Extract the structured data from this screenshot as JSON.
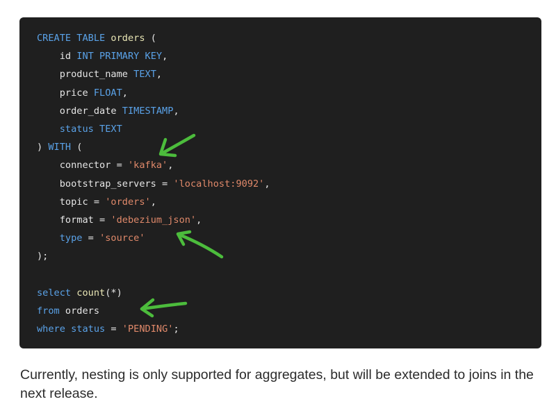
{
  "code": {
    "lines": [
      [
        {
          "t": "CREATE TABLE ",
          "c": "kw"
        },
        {
          "t": "orders",
          "c": "fn"
        },
        {
          "t": " (",
          "c": "pl"
        }
      ],
      [
        {
          "t": "    id ",
          "c": "pl"
        },
        {
          "t": "INT PRIMARY KEY",
          "c": "kw"
        },
        {
          "t": ",",
          "c": "pl"
        }
      ],
      [
        {
          "t": "    product_name ",
          "c": "pl"
        },
        {
          "t": "TEXT",
          "c": "kw"
        },
        {
          "t": ",",
          "c": "pl"
        }
      ],
      [
        {
          "t": "    price ",
          "c": "pl"
        },
        {
          "t": "FLOAT",
          "c": "kw"
        },
        {
          "t": ",",
          "c": "pl"
        }
      ],
      [
        {
          "t": "    order_date ",
          "c": "pl"
        },
        {
          "t": "TIMESTAMP",
          "c": "kw"
        },
        {
          "t": ",",
          "c": "pl"
        }
      ],
      [
        {
          "t": "    ",
          "c": "pl"
        },
        {
          "t": "status",
          "c": "kw"
        },
        {
          "t": " ",
          "c": "pl"
        },
        {
          "t": "TEXT",
          "c": "kw"
        }
      ],
      [
        {
          "t": ") ",
          "c": "pl"
        },
        {
          "t": "WITH",
          "c": "kw"
        },
        {
          "t": " (",
          "c": "pl"
        }
      ],
      [
        {
          "t": "    connector = ",
          "c": "pl"
        },
        {
          "t": "'kafka'",
          "c": "str"
        },
        {
          "t": ",",
          "c": "pl"
        }
      ],
      [
        {
          "t": "    bootstrap_servers = ",
          "c": "pl"
        },
        {
          "t": "'localhost:9092'",
          "c": "str"
        },
        {
          "t": ",",
          "c": "pl"
        }
      ],
      [
        {
          "t": "    topic = ",
          "c": "pl"
        },
        {
          "t": "'orders'",
          "c": "str"
        },
        {
          "t": ",",
          "c": "pl"
        }
      ],
      [
        {
          "t": "    format = ",
          "c": "pl"
        },
        {
          "t": "'debezium_json'",
          "c": "str"
        },
        {
          "t": ",",
          "c": "pl"
        }
      ],
      [
        {
          "t": "    ",
          "c": "pl"
        },
        {
          "t": "type",
          "c": "kw"
        },
        {
          "t": " = ",
          "c": "pl"
        },
        {
          "t": "'source'",
          "c": "str"
        }
      ],
      [
        {
          "t": ");",
          "c": "pl"
        }
      ],
      [
        {
          "t": "",
          "c": "pl"
        }
      ],
      [
        {
          "t": "select",
          "c": "kw"
        },
        {
          "t": " ",
          "c": "pl"
        },
        {
          "t": "count",
          "c": "fn"
        },
        {
          "t": "(*)",
          "c": "pl"
        }
      ],
      [
        {
          "t": "from",
          "c": "kw"
        },
        {
          "t": " orders",
          "c": "pl"
        }
      ],
      [
        {
          "t": "where",
          "c": "kw"
        },
        {
          "t": " ",
          "c": "pl"
        },
        {
          "t": "status",
          "c": "kw"
        },
        {
          "t": " = ",
          "c": "pl"
        },
        {
          "t": "'PENDING'",
          "c": "str"
        },
        {
          "t": ";",
          "c": "pl"
        }
      ]
    ]
  },
  "annotations": {
    "arrow_color": "#4cbc3c",
    "arrows": [
      {
        "name": "arrow-to-connector",
        "points_to": "connector"
      },
      {
        "name": "arrow-to-type-source",
        "points_to": "type"
      },
      {
        "name": "arrow-to-from-orders",
        "points_to": "from"
      }
    ]
  },
  "colors": {
    "code_background": "#1f1f1f",
    "keyword": "#5aa2e8",
    "function": "#e9e6b5",
    "string": "#e0896a",
    "plain": "#e6e6e6"
  },
  "caption": {
    "text": "Currently, nesting is only supported for aggregates, but will be extended to joins in the next release."
  }
}
